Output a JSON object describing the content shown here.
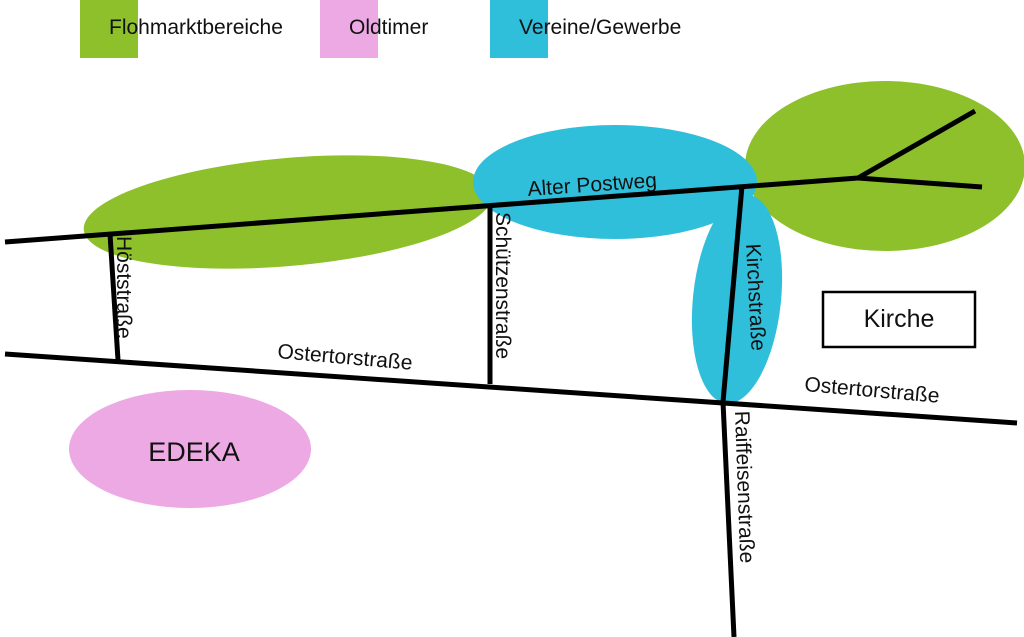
{
  "legend": [
    {
      "label": "Flohmarktbereiche",
      "color": "#8dc02a"
    },
    {
      "label": "Oldtimer",
      "color": "#eda9e4"
    },
    {
      "label": "Vereine/Gewerbe",
      "color": "#30bfdb"
    }
  ],
  "streets": {
    "alter_postweg": "Alter Postweg",
    "hoeststrasse": "Höststraße",
    "schuetzenstrasse": "Schützenstraße",
    "kirchstrasse": "Kirchstraße",
    "ostertorstrasse_west": "Ostertorstraße",
    "ostertorstrasse_east": "Ostertorstraße",
    "raiffeisenstrasse": "Raiffeisenstraße"
  },
  "places": {
    "kirche": "Kirche",
    "edeka": "EDEKA"
  },
  "colors": {
    "flohmarkt": "#8dc02a",
    "oldtimer": "#eda9e4",
    "vereine": "#30bfdb",
    "road": "#000000"
  }
}
